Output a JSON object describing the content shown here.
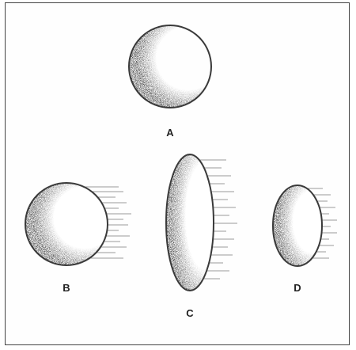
{
  "figures": [
    {
      "id": "A",
      "label": "A"
    },
    {
      "id": "B",
      "label": "B"
    },
    {
      "id": "C",
      "label": "C"
    },
    {
      "id": "D",
      "label": "D"
    }
  ],
  "colors": {
    "outline": "#3a3a3a",
    "shading": "#1e1e1e",
    "speed_lines": "#9a9a9a",
    "frame": "#444444"
  }
}
